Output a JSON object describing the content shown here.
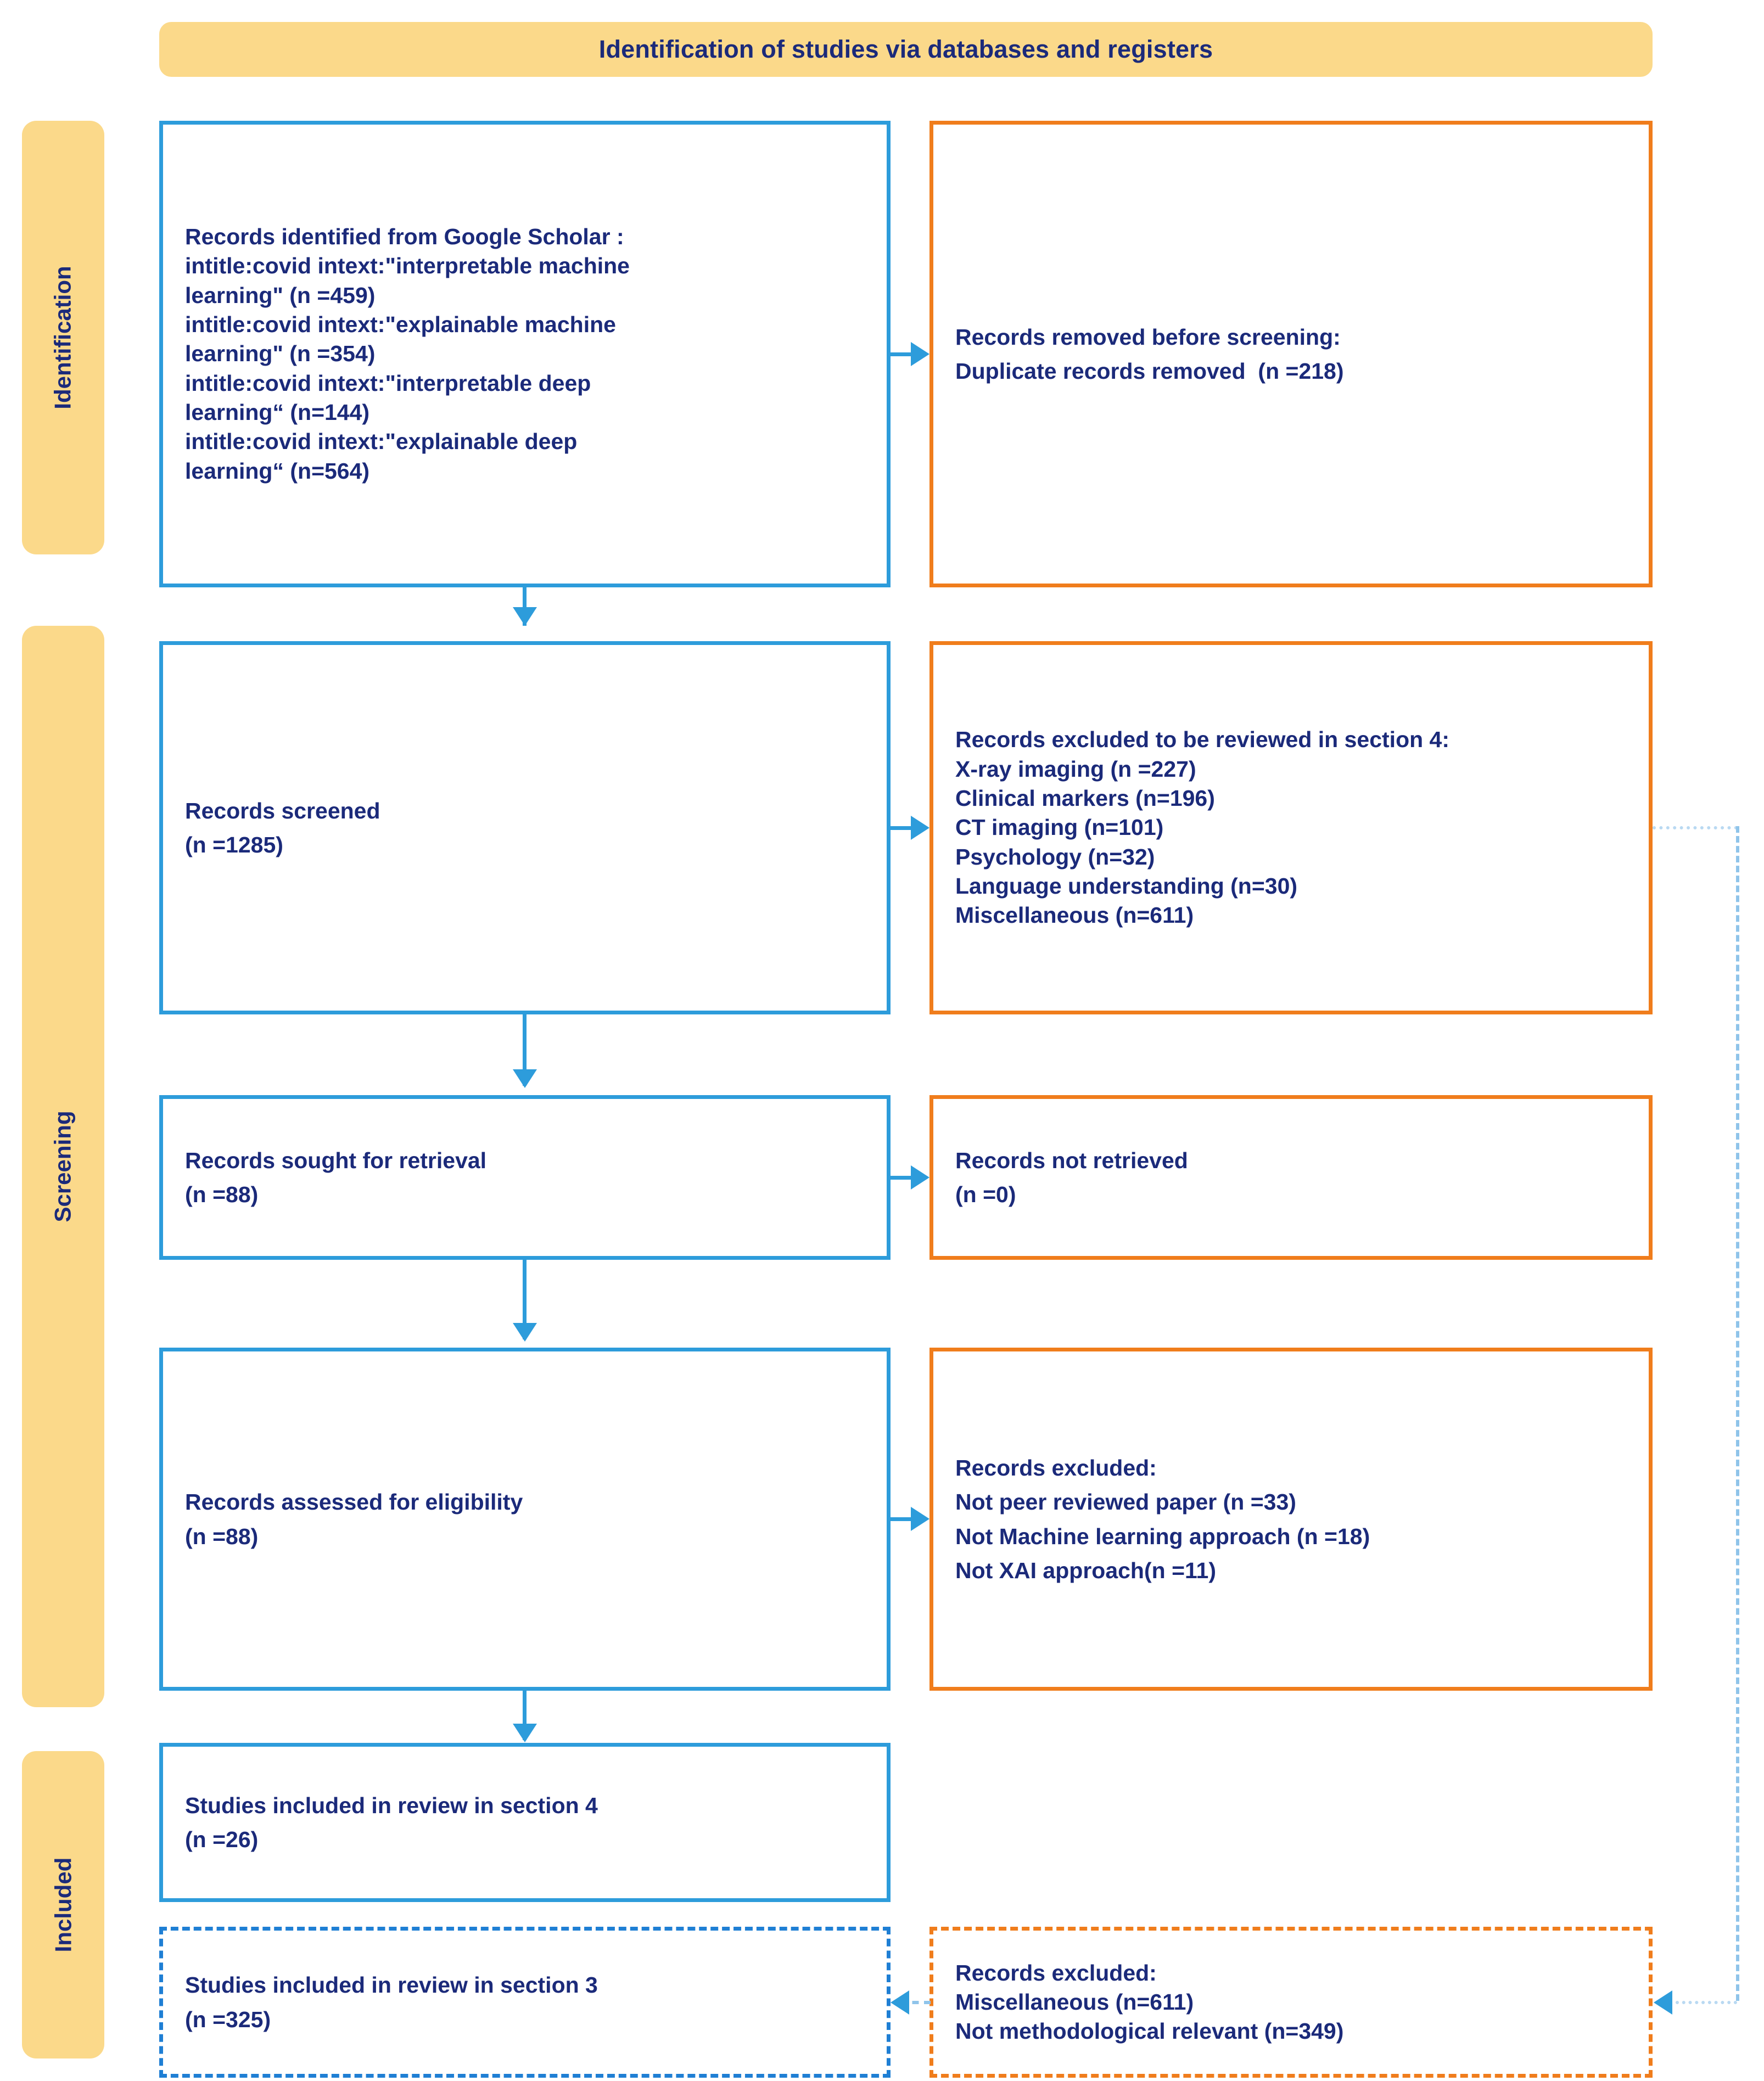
{
  "header": {
    "title": "Identification of studies via databases and registers"
  },
  "stages": [
    {
      "label": "Identification"
    },
    {
      "label": "Screening"
    },
    {
      "label": "Included"
    }
  ],
  "boxes": {
    "identified": {
      "text": "Records identified from Google Scholar :\nintitle:covid intext:\"interpretable machine\nlearning\" (n =459)\nintitle:covid intext:\"explainable machine\nlearning\" (n =354)\nintitle:covid intext:\"interpretable deep\nlearning“ (n=144)\nintitle:covid intext:\"explainable deep\nlearning“ (n=564)"
    },
    "removed_before_screening": {
      "text": "Records removed before screening:\nDuplicate records removed  (n =218)"
    },
    "screened": {
      "text": "Records screened\n(n =1285)"
    },
    "excluded_section4": {
      "text": "Records excluded to be reviewed in section 4:\nX-ray imaging (n =227)\nClinical markers (n=196)\nCT imaging (n=101)\nPsychology (n=32)\nLanguage understanding (n=30)\nMiscellaneous (n=611)"
    },
    "sought_retrieval": {
      "text": "Records sought for retrieval\n(n =88)"
    },
    "not_retrieved": {
      "text": "Records not retrieved\n(n =0)"
    },
    "assessed_eligibility": {
      "text": "Records assessed for eligibility\n(n =88)"
    },
    "excluded_eligibility": {
      "text": "Records excluded:\nNot peer reviewed paper (n =33)\nNot Machine learning approach (n =18)\nNot XAI approach(n =11)"
    },
    "included_section4": {
      "text": "Studies included in review in section 4\n(n =26)"
    },
    "included_section3": {
      "text": "Studies included in review in section 3\n(n =325)"
    },
    "excluded_section3": {
      "text": "Records excluded:\nMiscellaneous (n=611)\nNot methodological relevant (n=349)"
    }
  },
  "colors": {
    "banner_fill": "#fbd98a",
    "text_blue": "#1b2a7a",
    "border_blue": "#2d9cdb",
    "border_orange": "#f07d1c",
    "dotted_blue": "#8fc4ea"
  }
}
